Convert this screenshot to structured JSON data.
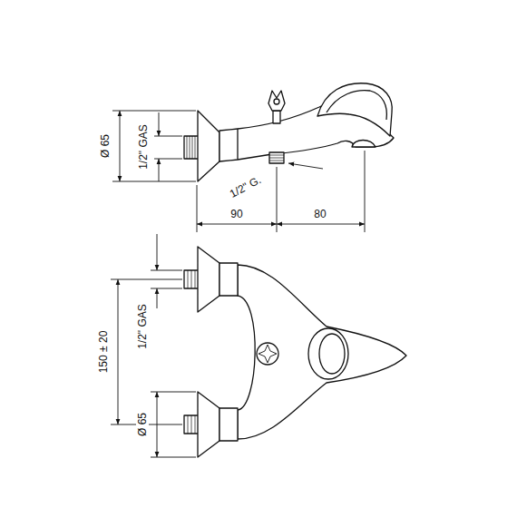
{
  "diagram": {
    "labels": [
      "Ø 65",
      "1/2\" GAS",
      "1/2\" G.",
      "90",
      "80",
      "150 ± 20",
      "1/2\" GAS",
      "Ø 65"
    ]
  }
}
